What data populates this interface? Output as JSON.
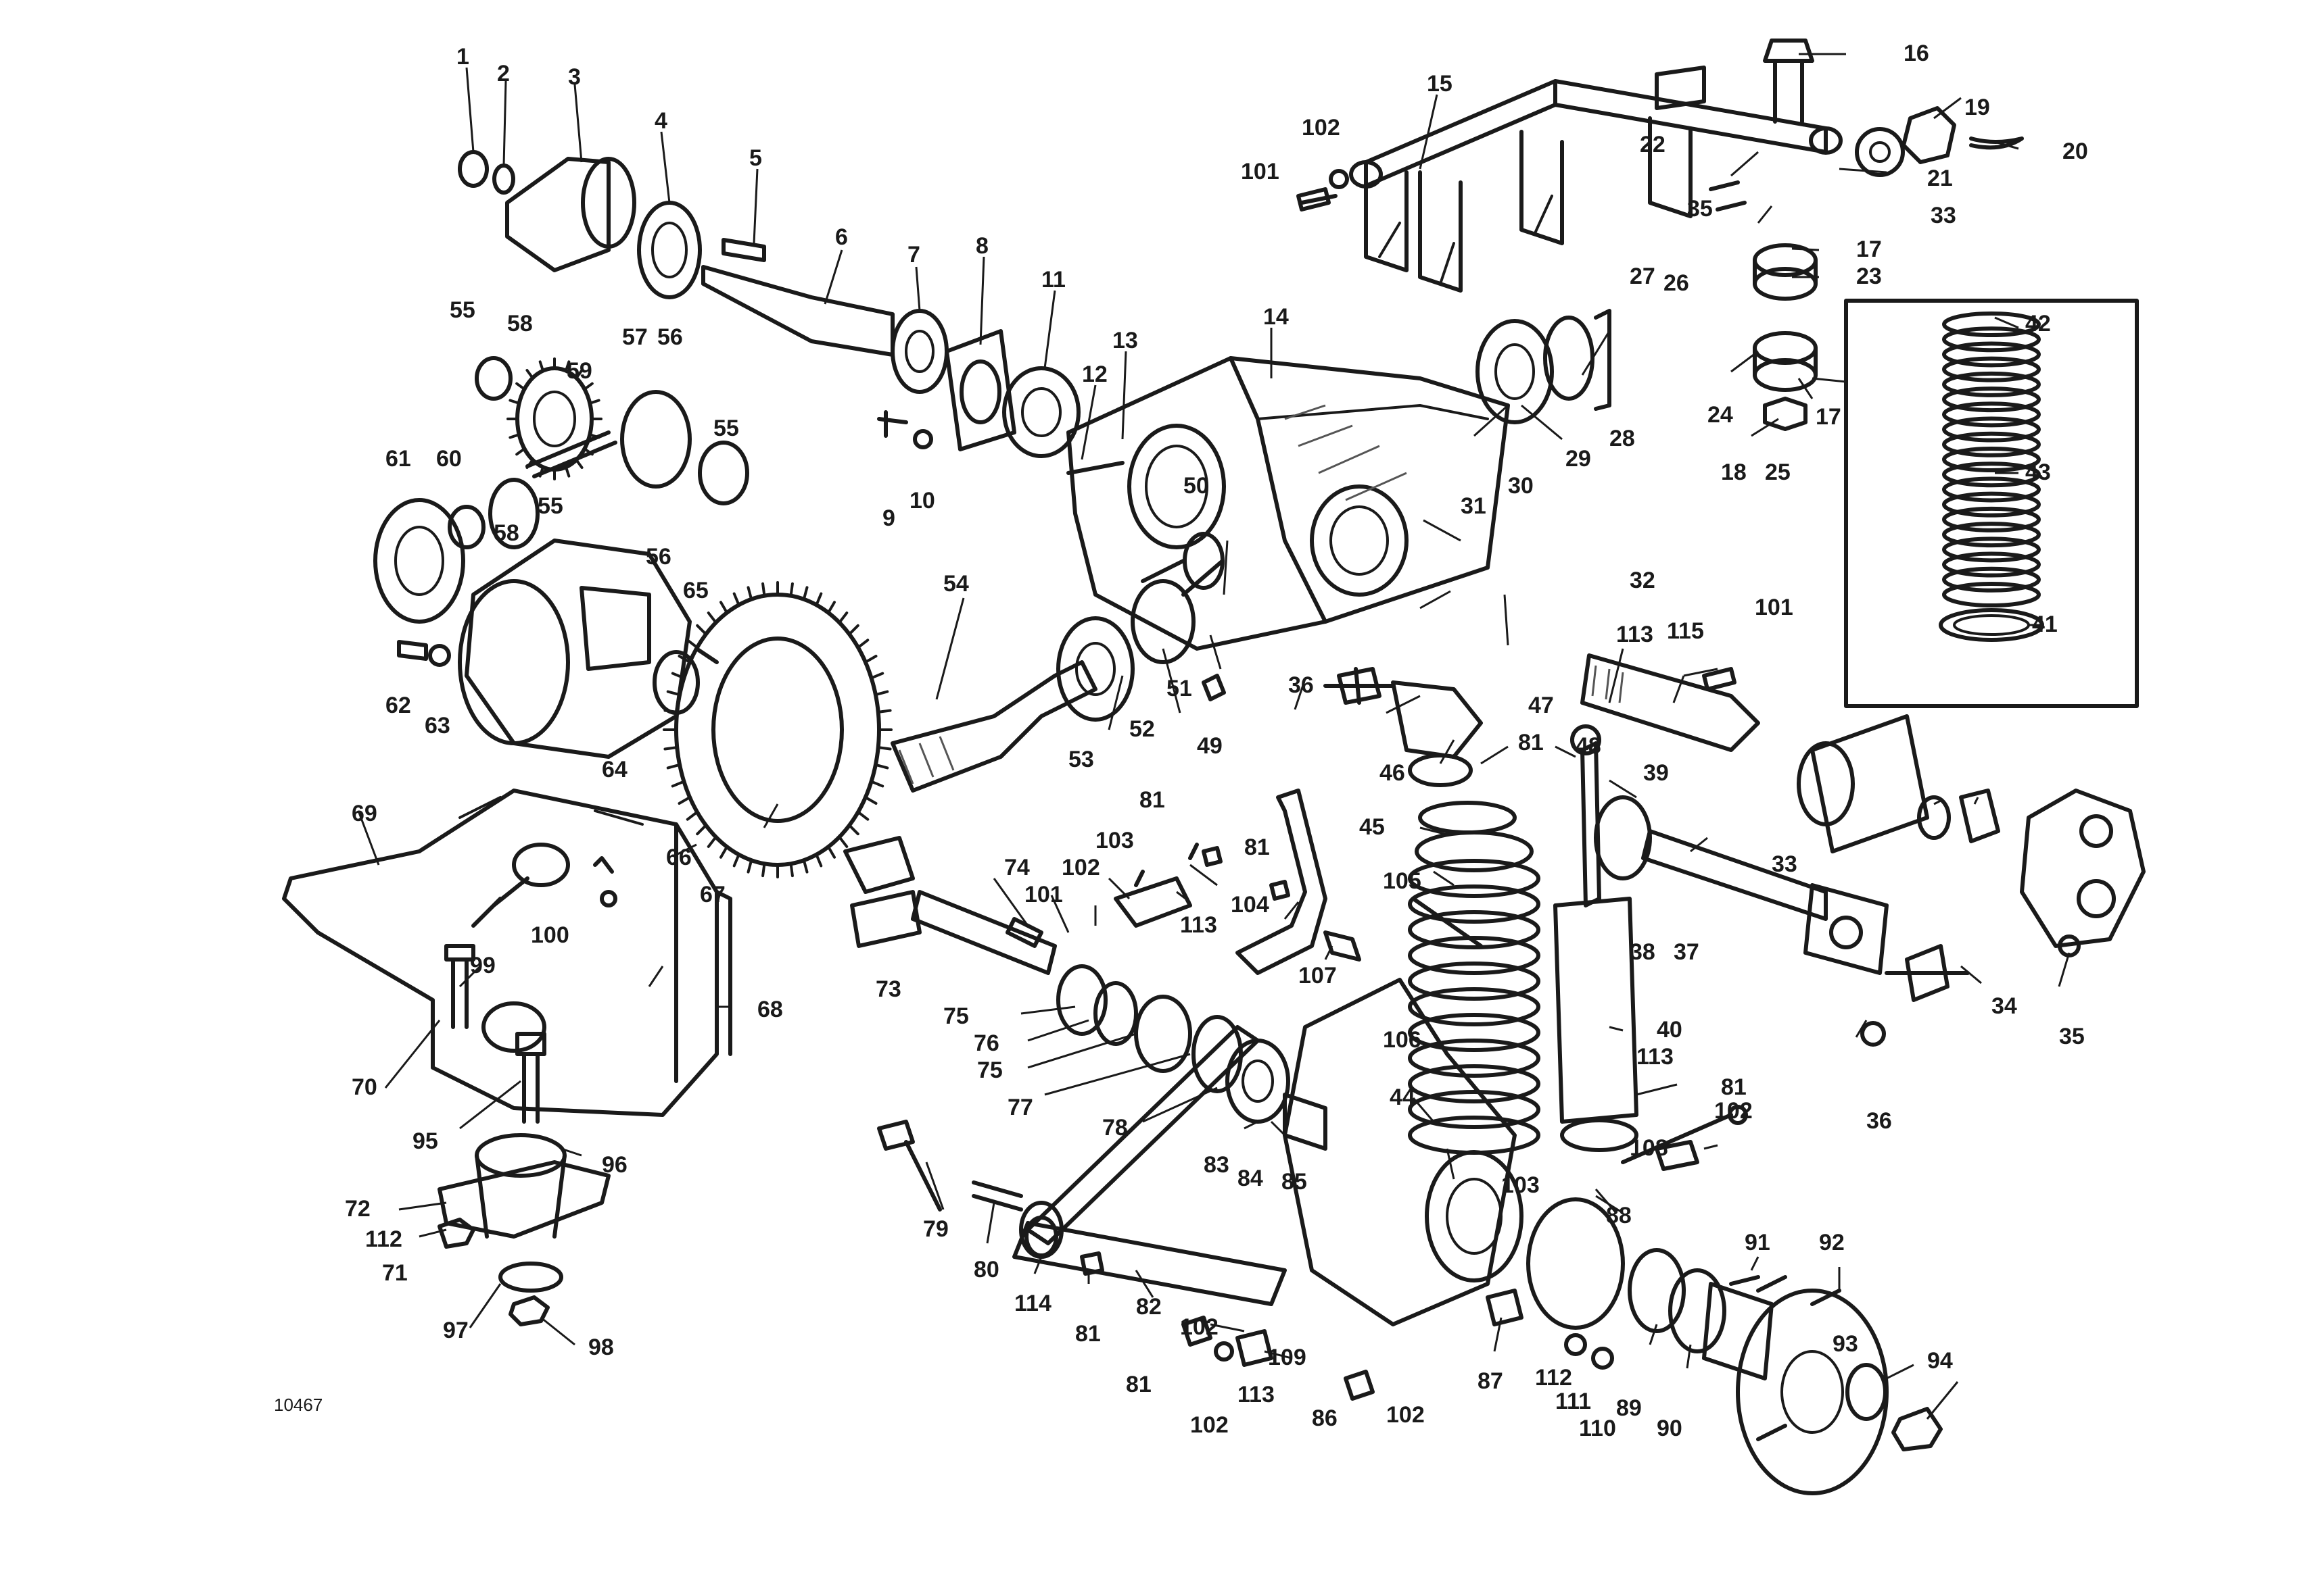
{
  "diagram": {
    "reference_number": "10467",
    "callouts": {
      "c1": "1",
      "c2": "2",
      "c3": "3",
      "c4": "4",
      "c5": "5",
      "c6": "6",
      "c7": "7",
      "c8": "8",
      "c9": "9",
      "c10": "10",
      "c11": "11",
      "c12": "12",
      "c13": "13",
      "c14": "14",
      "c15": "15",
      "c16": "16",
      "c17": "17",
      "c18": "18",
      "c19": "19",
      "c20": "20",
      "c21": "21",
      "c22": "22",
      "c23": "23",
      "c24": "24",
      "c25": "25",
      "c26": "26",
      "c27": "27",
      "c28": "28",
      "c29": "29",
      "c30": "30",
      "c31": "31",
      "c32": "32",
      "c33": "33",
      "c34": "34",
      "c35": "35",
      "c36": "36",
      "c37": "37",
      "c38": "38",
      "c39": "39",
      "c40": "40",
      "c41": "41",
      "c42": "42",
      "c43": "43",
      "c44": "44",
      "c45": "45",
      "c46": "46",
      "c47": "47",
      "c48": "48",
      "c49": "49",
      "c50": "50",
      "c51": "51",
      "c52": "52",
      "c53": "53",
      "c54": "54",
      "c55": "55",
      "c56": "56",
      "c57": "57",
      "c58": "58",
      "c59": "59",
      "c60": "60",
      "c61": "61",
      "c62": "62",
      "c63": "63",
      "c64": "64",
      "c65": "65",
      "c66": "66",
      "c67": "67",
      "c68": "68",
      "c69": "69",
      "c70": "70",
      "c71": "71",
      "c72": "72",
      "c73": "73",
      "c74": "74",
      "c75": "75",
      "c76": "76",
      "c77": "77",
      "c78": "78",
      "c79": "79",
      "c80": "80",
      "c81": "81",
      "c82": "82",
      "c83": "83",
      "c84": "84",
      "c85": "85",
      "c86": "86",
      "c87": "87",
      "c88": "88",
      "c89": "89",
      "c90": "90",
      "c91": "91",
      "c92": "92",
      "c93": "93",
      "c94": "94",
      "c95": "95",
      "c96": "96",
      "c97": "97",
      "c98": "98",
      "c99": "99",
      "c100": "100",
      "c101": "101",
      "c102": "102",
      "c103": "103",
      "c104": "104",
      "c105": "105",
      "c106": "106",
      "c107": "107",
      "c108": "108",
      "c109": "109",
      "c110": "110",
      "c111": "111",
      "c112": "112",
      "c113": "113",
      "c114": "114",
      "c115": "115"
    }
  }
}
